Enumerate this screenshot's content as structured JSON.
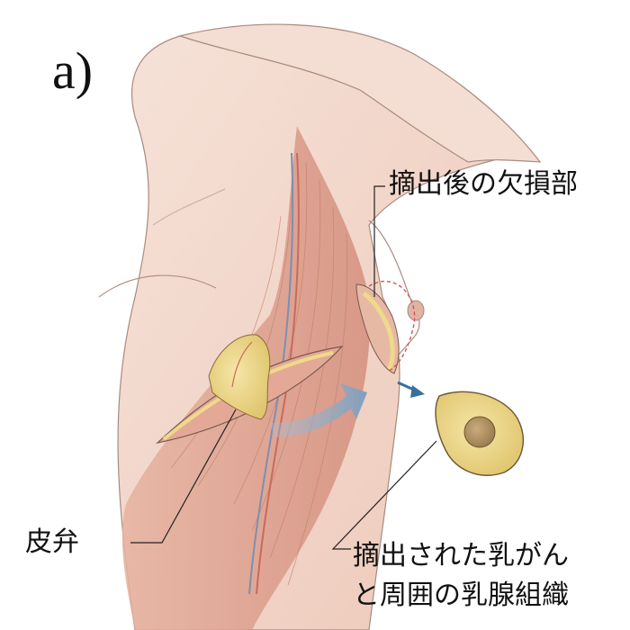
{
  "panel": "a)",
  "labels": {
    "defect": "摘出後の欠損部",
    "flap": "皮弁",
    "excised_line1": "摘出された乳がん",
    "excised_line2": "と周囲の乳腺組織"
  },
  "colors": {
    "skin": "#f3d9cd",
    "skin_shadow": "#e3b6a6",
    "muscle": "#d99887",
    "fat": "#efd98a",
    "tumor": "#b99a6a",
    "arrow": "#7f9fbe",
    "arrow_dark": "#3a6f9e",
    "dashed_outline": "#d9534f"
  },
  "icons": [
    "curved-arrow-icon",
    "small-arrow-icon"
  ]
}
